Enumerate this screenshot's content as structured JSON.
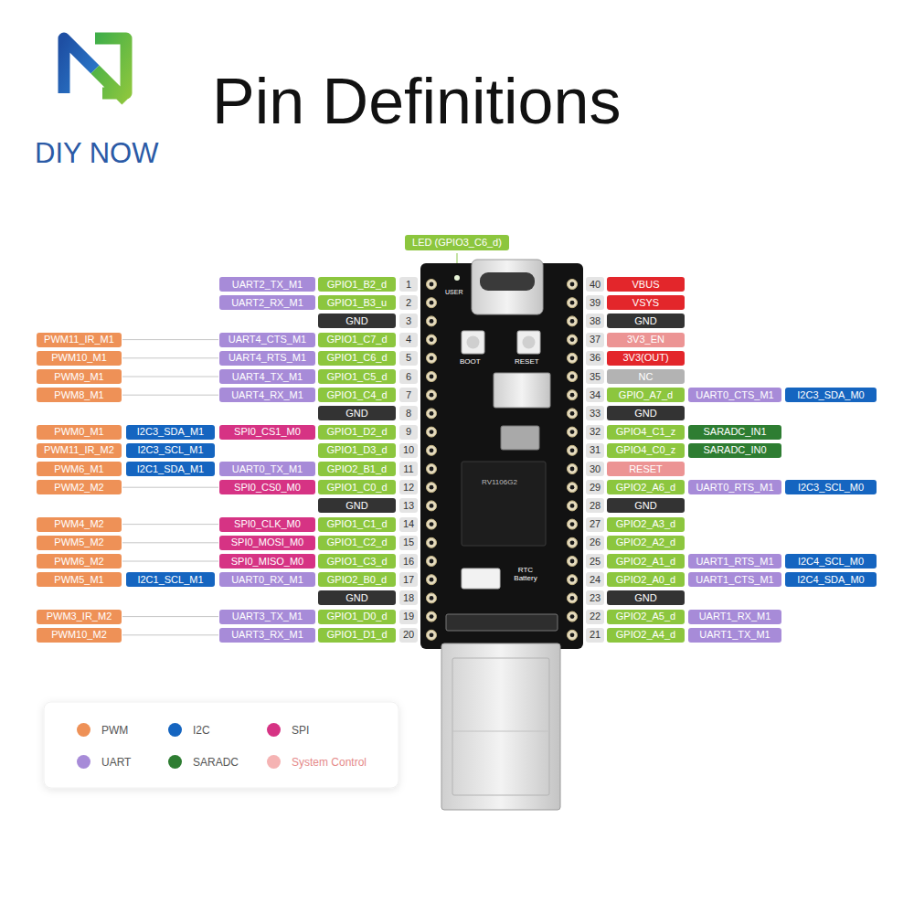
{
  "diagram": {
    "title": "Pin Definitions",
    "nodes": [
      {
        "text": [
          "LED (GPIO3_C6_d)"
        ]
      },
      {
        "text": [
          "UART2_TX_M1"
        ]
      },
      {
        "text": [
          "GPIO1_B2_d"
        ]
      },
      {
        "text": [
          "1"
        ]
      },
      {
        "text": [
          "40"
        ]
      },
      {
        "text": [
          "VBUS"
        ]
      },
      {
        "text": [
          "UART2_RX_M1"
        ]
      },
      {
        "text": [
          "GPIO1_B3_u"
        ]
      },
      {
        "text": [
          "2"
        ]
      },
      {
        "text": [
          "39"
        ]
      },
      {
        "text": [
          "VSYS"
        ]
      },
      {
        "text": [
          "GND"
        ]
      },
      {
        "text": [
          "3"
        ]
      },
      {
        "text": [
          "38"
        ]
      },
      {
        "text": [
          "GND"
        ]
      },
      {
        "text": [
          "PWM11_IR_M1"
        ]
      },
      {
        "text": [
          "UART4_CTS_M1"
        ]
      },
      {
        "text": [
          "GPIO1_C7_d"
        ]
      },
      {
        "text": [
          "4"
        ]
      },
      {
        "text": [
          "37"
        ]
      },
      {
        "text": [
          "3V3_EN"
        ]
      },
      {
        "text": [
          "PWM10_M1"
        ]
      },
      {
        "text": [
          "UART4_RTS_M1"
        ]
      },
      {
        "text": [
          "GPIO1_C6_d"
        ]
      },
      {
        "text": [
          "5"
        ]
      },
      {
        "text": [
          "36"
        ]
      },
      {
        "text": [
          "3V3(OUT)"
        ]
      },
      {
        "text": [
          "PWM9_M1"
        ]
      },
      {
        "text": [
          "UART4_TX_M1"
        ]
      },
      {
        "text": [
          "GPIO1_C5_d"
        ]
      },
      {
        "text": [
          "6"
        ]
      },
      {
        "text": [
          "35"
        ]
      },
      {
        "text": [
          "NC"
        ]
      },
      {
        "text": [
          "PWM8_M1"
        ]
      },
      {
        "text": [
          "UART4_RX_M1"
        ]
      },
      {
        "text": [
          "GPIO1_C4_d"
        ]
      },
      {
        "text": [
          "7"
        ]
      },
      {
        "text": [
          "34"
        ]
      },
      {
        "text": [
          "GPIO_A7_d"
        ]
      },
      {
        "text": [
          "UART0_CTS_M1"
        ]
      },
      {
        "text": [
          "I2C3_SDA_M0"
        ]
      },
      {
        "text": [
          "GND"
        ]
      },
      {
        "text": [
          "8"
        ]
      },
      {
        "text": [
          "33"
        ]
      },
      {
        "text": [
          "GND"
        ]
      },
      {
        "text": [
          "PWM0_M1"
        ]
      },
      {
        "text": [
          "I2C3_SDA_M1"
        ]
      },
      {
        "text": [
          "SPI0_CS1_M0"
        ]
      },
      {
        "text": [
          "GPIO1_D2_d"
        ]
      },
      {
        "text": [
          "9"
        ]
      },
      {
        "text": [
          "32"
        ]
      },
      {
        "text": [
          "GPIO4_C1_z"
        ]
      },
      {
        "text": [
          "SARADC_IN1"
        ]
      },
      {
        "text": [
          "PWM11_IR_M2"
        ]
      },
      {
        "text": [
          "I2C3_SCL_M1"
        ]
      },
      {
        "text": [
          "GPIO1_D3_d"
        ]
      },
      {
        "text": [
          "10"
        ]
      },
      {
        "text": [
          "31"
        ]
      },
      {
        "text": [
          "GPIO4_C0_z"
        ]
      },
      {
        "text": [
          "SARADC_IN0"
        ]
      },
      {
        "text": [
          "PWM6_M1"
        ]
      },
      {
        "text": [
          "I2C1_SDA_M1"
        ]
      },
      {
        "text": [
          "UART0_TX_M1"
        ]
      },
      {
        "text": [
          "GPIO2_B1_d"
        ]
      },
      {
        "text": [
          "11"
        ]
      },
      {
        "text": [
          "30"
        ]
      },
      {
        "text": [
          "RESET"
        ]
      },
      {
        "text": [
          "PWM2_M2"
        ]
      },
      {
        "text": [
          "SPI0_CS0_M0"
        ]
      },
      {
        "text": [
          "GPIO1_C0_d"
        ]
      },
      {
        "text": [
          "12"
        ]
      },
      {
        "text": [
          "29"
        ]
      },
      {
        "text": [
          "GPIO2_A6_d"
        ]
      },
      {
        "text": [
          "UART0_RTS_M1"
        ]
      },
      {
        "text": [
          "I2C3_SCL_M0"
        ]
      },
      {
        "text": [
          "GND"
        ]
      },
      {
        "text": [
          "13"
        ]
      },
      {
        "text": [
          "28"
        ]
      },
      {
        "text": [
          "GND"
        ]
      },
      {
        "text": [
          "PWM4_M2"
        ]
      },
      {
        "text": [
          "SPI0_CLK_M0"
        ]
      },
      {
        "text": [
          "GPIO1_C1_d"
        ]
      },
      {
        "text": [
          "14"
        ]
      },
      {
        "text": [
          "27"
        ]
      },
      {
        "text": [
          "GPIO2_A3_d"
        ]
      },
      {
        "text": [
          "PWM5_M2"
        ]
      },
      {
        "text": [
          "SPI0_MOSI_M0"
        ]
      },
      {
        "text": [
          "GPIO1_C2_d"
        ]
      },
      {
        "text": [
          "15"
        ]
      },
      {
        "text": [
          "26"
        ]
      },
      {
        "text": [
          "GPIO2_A2_d"
        ]
      },
      {
        "text": [
          "PWM6_M2"
        ]
      },
      {
        "text": [
          "SPI0_MISO_M0"
        ]
      },
      {
        "text": [
          "GPIO1_C3_d"
        ]
      },
      {
        "text": [
          "16"
        ]
      },
      {
        "text": [
          "25"
        ]
      },
      {
        "text": [
          "GPIO2_A1_d"
        ]
      },
      {
        "text": [
          "UART1_RTS_M1"
        ]
      },
      {
        "text": [
          "I2C4_SCL_M0"
        ]
      },
      {
        "text": [
          "PWM5_M1"
        ]
      },
      {
        "text": [
          "I2C1_SCL_M1"
        ]
      },
      {
        "text": [
          "UART0_RX_M1"
        ]
      },
      {
        "text": [
          "GPIO2_B0_d"
        ]
      },
      {
        "text": [
          "17"
        ]
      },
      {
        "text": [
          "24"
        ]
      },
      {
        "text": [
          "GPIO2_A0_d"
        ]
      },
      {
        "text": [
          "UART1_CTS_M1"
        ]
      },
      {
        "text": [
          "I2C4_SDA_M0"
        ]
      },
      {
        "text": [
          "GND"
        ]
      },
      {
        "text": [
          "18"
        ]
      },
      {
        "text": [
          "23"
        ]
      },
      {
        "text": [
          "GND"
        ]
      },
      {
        "text": [
          "PWM3_IR_M2"
        ]
      },
      {
        "text": [
          "UART3_TX_M1"
        ]
      },
      {
        "text": [
          "GPIO1_D0_d"
        ]
      },
      {
        "text": [
          "19"
        ]
      },
      {
        "text": [
          "22"
        ]
      },
      {
        "text": [
          "GPIO2_A5_d"
        ]
      },
      {
        "text": [
          "UART1_RX_M1"
        ]
      },
      {
        "text": [
          "PWM10_M2"
        ]
      },
      {
        "text": [
          "UART3_RX_M1"
        ]
      },
      {
        "text": [
          "GPIO1_D1_d"
        ]
      },
      {
        "text": [
          "20"
        ]
      },
      {
        "text": [
          "21"
        ]
      },
      {
        "text": [
          "GPIO2_A4_d"
        ]
      },
      {
        "text": [
          "UART1_TX_M1"
        ]
      }
    ],
    "edges": [
      {
        "from": 15,
        "to": 16,
        "arrow": "none"
      },
      {
        "from": 21,
        "to": 22,
        "arrow": "none"
      },
      {
        "from": 27,
        "to": 28,
        "arrow": "none"
      },
      {
        "from": 33,
        "to": 34,
        "arrow": "none"
      },
      {
        "from": 67,
        "to": 68,
        "arrow": "none"
      },
      {
        "from": 79,
        "to": 80,
        "arrow": "none"
      },
      {
        "from": 85,
        "to": 86,
        "arrow": "none"
      },
      {
        "from": 91,
        "to": 92,
        "arrow": "none"
      },
      {
        "from": 112,
        "to": 113,
        "arrow": "none"
      },
      {
        "from": 119,
        "to": 120,
        "arrow": "none"
      }
    ],
    "labels": [
      "DIY NOW",
      "USER",
      "BOOT",
      "RESET",
      "RV1106G2",
      "RTC Battery"
    ],
    "legend": [
      {
        "text": "PWM",
        "color": "#ee9157"
      },
      {
        "text": "I2C",
        "color": "#1565c0"
      },
      {
        "text": "SPI",
        "color": "#d63384"
      },
      {
        "text": "UART",
        "color": "#a78bd8"
      },
      {
        "text": "SARADC",
        "color": "#2e7d32"
      },
      {
        "text": "System Control",
        "color": "#f5b3b3"
      }
    ]
  }
}
